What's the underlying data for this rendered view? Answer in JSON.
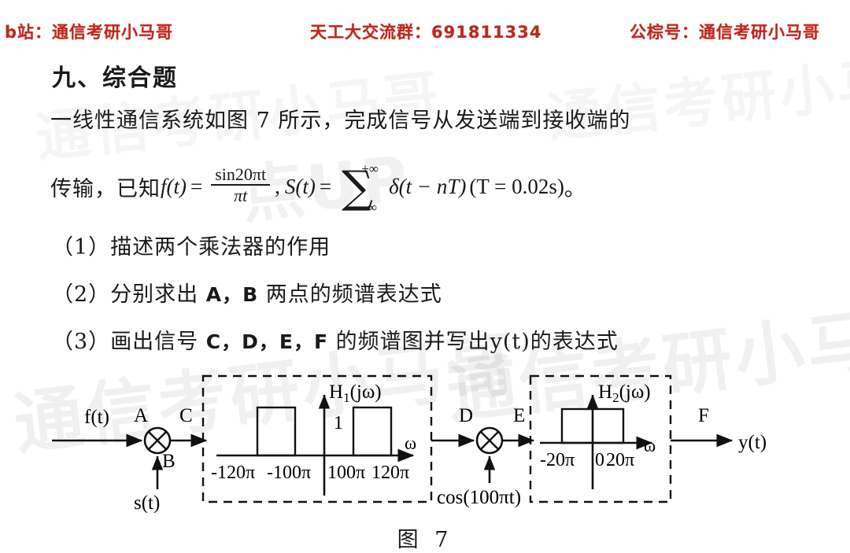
{
  "header": {
    "left": "b站：通信考研小马哥",
    "middle": "天工大交流群：691811334",
    "right": "公棕号：通信考研小马哥",
    "color": "#c0271d"
  },
  "watermark": {
    "text": "通信考研小马哥",
    "secondary": "点UP"
  },
  "section": {
    "title": "九、综合题",
    "paragraph": "一线性通信系统如图 7 所示，完成信号从发送端到接收端的"
  },
  "formula": {
    "lead": "传输，已知",
    "f_name": "f(t)",
    "equals": "=",
    "frac_numerator": "sin20πt",
    "frac_denominator": "πt",
    "comma": ",",
    "s_name": "S(t)",
    "equals2": "=",
    "sum_upper": "+∞",
    "sum_symbol": "∑",
    "sum_lower": "−∞",
    "summand": "δ(t − nT)",
    "condition": "(T = 0.02s)",
    "terminator": "。"
  },
  "questions": [
    {
      "index": "（1）",
      "text": "描述两个乘法器的作用"
    },
    {
      "index": "（2）",
      "text_pre": "分别求出 ",
      "labels": "A，B",
      "text_post": " 两点的频谱表达式"
    },
    {
      "index": "（3）",
      "text_pre": "画出信号 ",
      "labels": "C，D，E，F",
      "text_post": " 的频谱图并写出y(t)的表达式"
    }
  ],
  "diagram": {
    "input_signal": "f(t)",
    "node_a": "A",
    "node_b": "B",
    "node_c": "C",
    "node_d": "D",
    "node_e": "E",
    "node_f": "F",
    "carrier_1": "s(t)",
    "carrier_2": "cos(100πt)",
    "output_signal": "y(t)",
    "multiplier_glyph": "×",
    "filter1": {
      "title": "H",
      "title_sub": "1",
      "title_arg": "(jω)",
      "amplitude_label": "1",
      "axis_label": "ω",
      "ticks": [
        "-120π",
        "-100π",
        "100π",
        "120π"
      ],
      "type": "bandpass"
    },
    "filter2": {
      "title": "H",
      "title_sub": "2",
      "title_arg": "(jω)",
      "axis_label": "ω",
      "ticks": [
        "-20π",
        "0",
        "20π"
      ],
      "type": "lowpass"
    }
  },
  "figure_caption": "图  7"
}
